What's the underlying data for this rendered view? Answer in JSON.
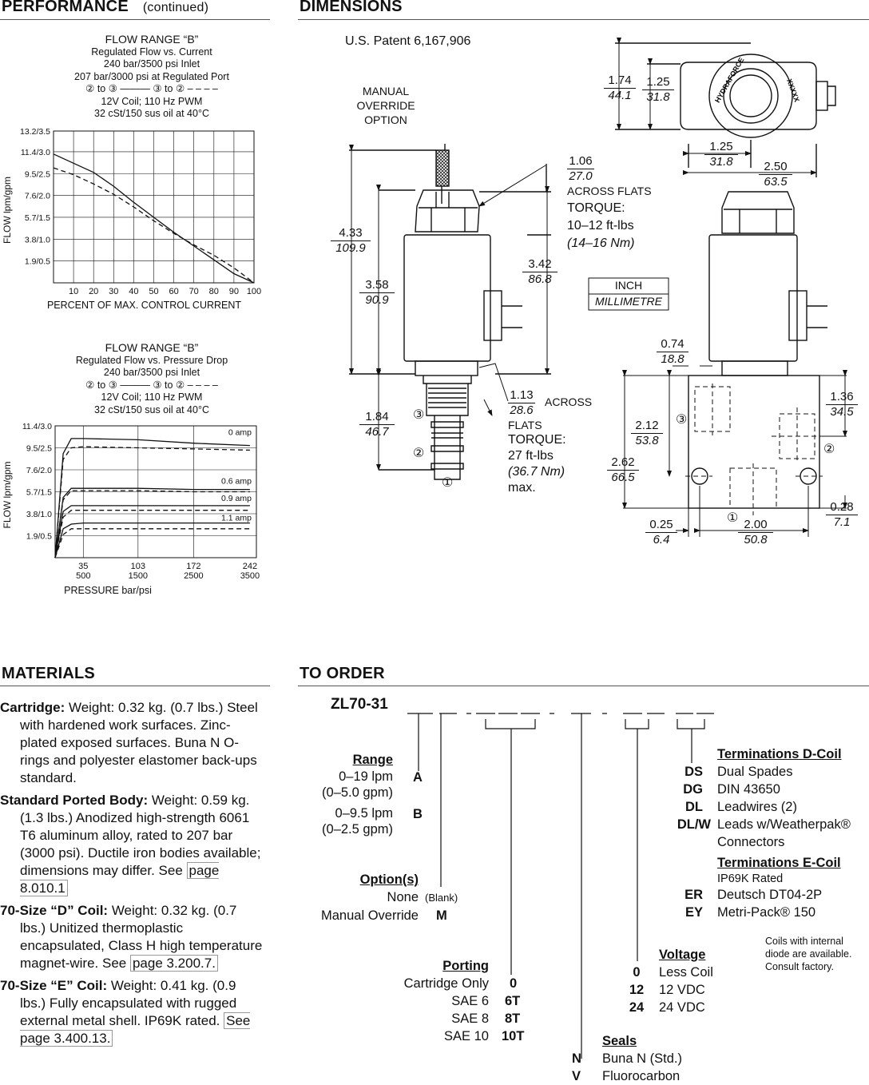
{
  "performance": {
    "title": "PERFORMANCE",
    "subtitle": "(continued)",
    "chart1_header": [
      "FLOW RANGE “B”",
      "Regulated Flow vs. Current",
      "240 bar/3500 psi Inlet",
      "207 bar/3000 psi at Regulated Port",
      "② to ③ ———          ③ to ② – – – –",
      "12V Coil; 110 Hz PWM",
      "32 cSt/150 sus oil at 40°C"
    ],
    "chart2_header": [
      "FLOW RANGE “B”",
      "Regulated Flow vs. Pressure Drop",
      "240 bar/3500 psi Inlet",
      "② to ③ ———          ③ to ② – – – –",
      "12V Coil; 110 Hz PWM",
      "32 cSt/150 sus oil at 40°C"
    ]
  },
  "chart_data": [
    {
      "type": "line",
      "title": "FLOW RANGE “B” Regulated Flow vs. Current",
      "xlabel": "PERCENT OF MAX. CONTROL CURRENT",
      "ylabel": "FLOW lpm/gpm",
      "x_ticks": [
        "10",
        "20",
        "30",
        "40",
        "50",
        "60",
        "70",
        "80",
        "90",
        "100"
      ],
      "y_ticks": [
        "1.9/0.5",
        "3.8/1.0",
        "5.7/1.5",
        "7.6/2.0",
        "9.5/2.5",
        "11.4/3.0",
        "13.2/3.5"
      ],
      "xlim": [
        0,
        100
      ],
      "ylim": [
        0,
        13.2
      ],
      "grid": true,
      "series": [
        {
          "name": "② to ③",
          "style": "solid",
          "x": [
            0,
            10,
            20,
            30,
            40,
            50,
            60,
            70,
            80,
            90,
            100
          ],
          "y": [
            11.2,
            10.4,
            9.6,
            8.4,
            7.0,
            5.7,
            4.4,
            3.2,
            2.0,
            0.8,
            0
          ]
        },
        {
          "name": "③ to ②",
          "style": "dashed",
          "x": [
            0,
            10,
            20,
            30,
            40,
            50,
            60,
            70,
            80,
            90,
            100
          ],
          "y": [
            10.0,
            9.4,
            8.6,
            7.7,
            6.6,
            5.4,
            4.3,
            3.3,
            2.4,
            1.3,
            0
          ]
        }
      ]
    },
    {
      "type": "line",
      "title": "FLOW RANGE “B” Regulated Flow vs. Pressure Drop",
      "xlabel": "PRESSURE  bar/psi",
      "ylabel": "FLOW lpm/gpm",
      "x_ticks": [
        "35\n500",
        "103\n1500",
        "172\n2500",
        "242\n3500"
      ],
      "y_ticks": [
        "1.9/0.5",
        "3.8/1.0",
        "5.7/1.5",
        "7.6/2.0",
        "9.5/2.5",
        "11.4/3.0"
      ],
      "xlim": [
        0,
        250
      ],
      "ylim": [
        0,
        11.4
      ],
      "grid": true,
      "annotations": [
        "0 amp",
        "0.6 amp",
        "0.9 amp",
        "1.1 amp"
      ],
      "series": [
        {
          "name": "0 amp ② to ③",
          "style": "solid",
          "x": [
            0,
            10,
            20,
            35,
            103,
            172,
            242
          ],
          "y": [
            0,
            9.0,
            10.3,
            10.3,
            10.2,
            9.9,
            9.7
          ]
        },
        {
          "name": "0 amp ③ to ②",
          "style": "dashed",
          "x": [
            0,
            10,
            20,
            35,
            103,
            172,
            242
          ],
          "y": [
            0,
            8.5,
            9.5,
            9.6,
            9.5,
            9.4,
            9.3
          ]
        },
        {
          "name": "0.6 amp ② to ③",
          "style": "solid",
          "x": [
            0,
            10,
            20,
            35,
            103,
            172,
            242
          ],
          "y": [
            0,
            5.2,
            6.0,
            6.0,
            6.0,
            5.9,
            5.9
          ]
        },
        {
          "name": "0.6 amp ③ to ②",
          "style": "dashed",
          "x": [
            0,
            10,
            20,
            35,
            103,
            172,
            242
          ],
          "y": [
            0,
            5.0,
            5.8,
            5.8,
            5.8,
            5.7,
            5.7
          ]
        },
        {
          "name": "0.9 amp ② to ③",
          "style": "solid",
          "x": [
            0,
            10,
            20,
            35,
            103,
            172,
            242
          ],
          "y": [
            0,
            4.0,
            4.5,
            4.5,
            4.5,
            4.5,
            4.5
          ]
        },
        {
          "name": "0.9 amp ③ to ②",
          "style": "dashed",
          "x": [
            0,
            10,
            20,
            35,
            103,
            172,
            242
          ],
          "y": [
            0,
            3.5,
            4.1,
            4.1,
            4.1,
            4.1,
            4.1
          ]
        },
        {
          "name": "1.1 amp ② to ③",
          "style": "solid",
          "x": [
            0,
            10,
            20,
            35,
            103,
            172,
            242
          ],
          "y": [
            0,
            2.5,
            2.9,
            3.0,
            3.0,
            3.0,
            3.0
          ]
        },
        {
          "name": "1.1 amp ③ to ②",
          "style": "dashed",
          "x": [
            0,
            10,
            20,
            35,
            103,
            172,
            242
          ],
          "y": [
            0,
            2.0,
            2.5,
            2.5,
            2.5,
            2.5,
            2.5
          ]
        }
      ]
    }
  ],
  "dimensions": {
    "title": "DIMENSIONS",
    "patent": "U.S. Patent 6,167,906",
    "manual_override": [
      "MANUAL",
      "OVERRIDE",
      "OPTION"
    ],
    "across_flats_1": {
      "in": "1.06",
      "mm": "27.0",
      "text": "ACROSS FLATS",
      "torque": "TORQUE:",
      "torque_val": "10–12 ft-lbs",
      "torque_nm": "(14–16 Nm)"
    },
    "across_flats_2": {
      "in": "1.13",
      "mm": "28.6",
      "text1": "ACROSS",
      "text2": "FLATS",
      "torque": "TORQUE:",
      "torque_val": "27 ft-lbs",
      "torque_nm": "(36.7 Nm)",
      "max": "max."
    },
    "legend_inch": "INCH",
    "legend_mm": "MILLIMETRE",
    "dims": {
      "d433": [
        "4.33",
        "109.9"
      ],
      "d358": [
        "3.58",
        "90.9"
      ],
      "d342": [
        "3.42",
        "86.8"
      ],
      "d184": [
        "1.84",
        "46.7"
      ],
      "d174": [
        "1.74",
        "44.1"
      ],
      "d125a": [
        "1.25",
        "31.8"
      ],
      "d125b": [
        "1.25",
        "31.8"
      ],
      "d250": [
        "2.50",
        "63.5"
      ],
      "d074": [
        "0.74",
        "18.8"
      ],
      "d136": [
        "1.36",
        "34.5"
      ],
      "d212": [
        "2.12",
        "53.8"
      ],
      "d262": [
        "2.62",
        "66.5"
      ],
      "d028": [
        "0.28",
        "7.1"
      ],
      "d025": [
        "0.25",
        "6.4"
      ],
      "d200": [
        "2.00",
        "50.8"
      ]
    },
    "ports": {
      "p1": "①",
      "p2": "②",
      "p3": "③"
    },
    "coil_text": "HYDRAFORCE",
    "coil_mark": "XXXXX"
  },
  "materials": {
    "title": "MATERIALS",
    "items": [
      {
        "label": "Cartridge:",
        "text": " Weight: 0.32 kg. (0.7 lbs.) Steel with hardened work surfaces. Zinc-plated exposed surfaces. Buna N O-rings and polyester elastomer back-ups standard.",
        "link": ""
      },
      {
        "label": "Standard Ported Body:",
        "text": " Weight: 0.59 kg. (1.3 lbs.) Anodized high-strength 6061 T6 aluminum alloy, rated to 207 bar (3000 psi). Ductile iron bodies available; dimensions may differ. See ",
        "link": "page 8.010.1"
      },
      {
        "label": "70-Size “D” Coil:",
        "text": " Weight: 0.32 kg. (0.7 lbs.) Unitized thermoplastic encapsulated, Class H high temperature magnet-wire. See ",
        "link": "page 3.200.7."
      },
      {
        "label": "70-Size “E” Coil:",
        "text": " Weight: 0.41 kg. (0.9 lbs.) Fully encapsulated with rugged external metal shell. IP69K rated. ",
        "link": "See page 3.400.13."
      }
    ]
  },
  "order": {
    "title": "TO ORDER",
    "model": "ZL70-31",
    "range_title": "Range",
    "range": [
      {
        "desc": "0–19 lpm",
        "desc2": "(0–5.0 gpm)",
        "code": "A"
      },
      {
        "desc": "0–9.5 lpm",
        "desc2": "(0–2.5 gpm)",
        "code": "B"
      }
    ],
    "options_title": "Option(s)",
    "options": [
      {
        "desc": "None",
        "code": "(Blank)"
      },
      {
        "desc": "Manual Override",
        "code": "M"
      }
    ],
    "porting_title": "Porting",
    "porting": [
      {
        "desc": "Cartridge Only",
        "code": "0"
      },
      {
        "desc": "SAE 6",
        "code": "6T"
      },
      {
        "desc": "SAE 8",
        "code": "8T"
      },
      {
        "desc": "SAE 10",
        "code": "10T"
      }
    ],
    "seals_title": "Seals",
    "seals": [
      {
        "code": "N",
        "desc": "Buna N (Std.)"
      },
      {
        "code": "V",
        "desc": "Fluorocarbon"
      }
    ],
    "voltage_title": "Voltage",
    "voltage": [
      {
        "code": "0",
        "desc": "Less Coil"
      },
      {
        "code": "12",
        "desc": "12 VDC"
      },
      {
        "code": "24",
        "desc": "24 VDC"
      }
    ],
    "term_d_title": "Terminations D-Coil",
    "term_d": [
      {
        "code": "DS",
        "desc": "Dual Spades"
      },
      {
        "code": "DG",
        "desc": "DIN 43650"
      },
      {
        "code": "DL",
        "desc": "Leadwires (2)"
      },
      {
        "code": "DL/W",
        "desc": "Leads w/Weatherpak®"
      }
    ],
    "term_d_extra": "Connectors",
    "term_e_title": "Terminations E-Coil",
    "term_e_sub": "IP69K Rated",
    "term_e": [
      {
        "code": "ER",
        "desc": "Deutsch DT04-2P"
      },
      {
        "code": "EY",
        "desc": "Metri-Pack® 150"
      }
    ],
    "coil_note": [
      "Coils with internal",
      "diode are available.",
      "Consult factory."
    ]
  }
}
